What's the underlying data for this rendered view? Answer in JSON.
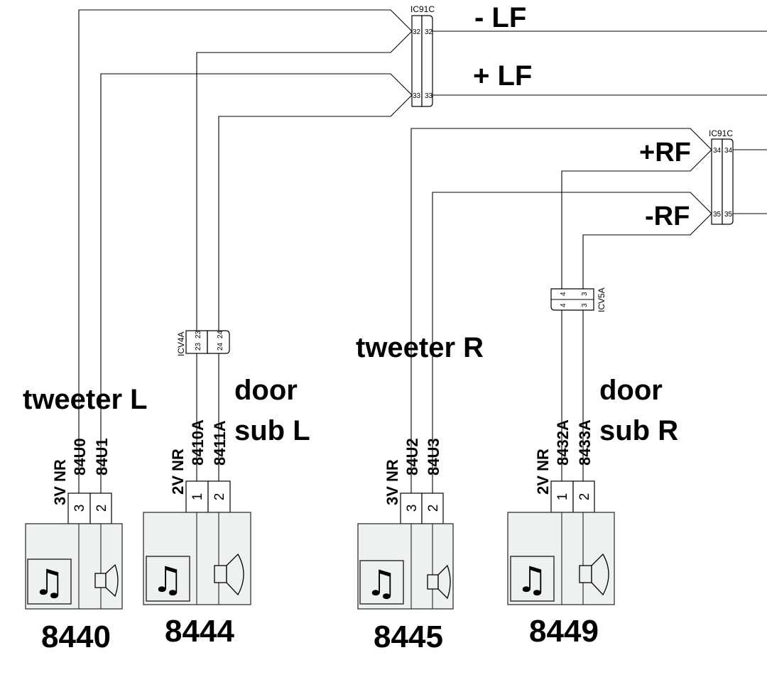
{
  "signals": {
    "minus_lf": "- LF",
    "plus_lf": "+ LF",
    "plus_rf": "+RF",
    "minus_rf": "-RF"
  },
  "connectors": {
    "ic91c_top": {
      "name": "IC91C",
      "pins": [
        "32",
        "32",
        "33",
        "33"
      ]
    },
    "ic91c_right": {
      "name": "IC91C",
      "pins": [
        "34",
        "34",
        "35",
        "35"
      ]
    },
    "icv4a": {
      "name": "ICV4A",
      "pins": [
        "23",
        "23",
        "24",
        "24"
      ]
    },
    "icv5a": {
      "name": "ICV5A",
      "pins": [
        "4",
        "3",
        "4",
        "3"
      ]
    }
  },
  "labels": {
    "tweeter_l": "tweeter L",
    "tweeter_r": "tweeter R",
    "door_l_line1": "door",
    "door_l_line2": "sub L",
    "door_r_line1": "door",
    "door_r_line2": "sub R"
  },
  "devices": [
    {
      "id": "8440",
      "connector": "3V  NR",
      "wires": [
        "84U0",
        "84U1"
      ],
      "pins": [
        "3",
        "2"
      ]
    },
    {
      "id": "8444",
      "connector": "2V  NR",
      "wires": [
        "8410A",
        "8411A"
      ],
      "pins": [
        "1",
        "2"
      ]
    },
    {
      "id": "8445",
      "connector": "3V  NR",
      "wires": [
        "84U2",
        "84U3"
      ],
      "pins": [
        "3",
        "2"
      ]
    },
    {
      "id": "8449",
      "connector": "2V  NR",
      "wires": [
        "8432A",
        "8433A"
      ],
      "pins": [
        "1",
        "2"
      ]
    }
  ],
  "icons": [
    "music-note-icon",
    "speaker-icon"
  ]
}
